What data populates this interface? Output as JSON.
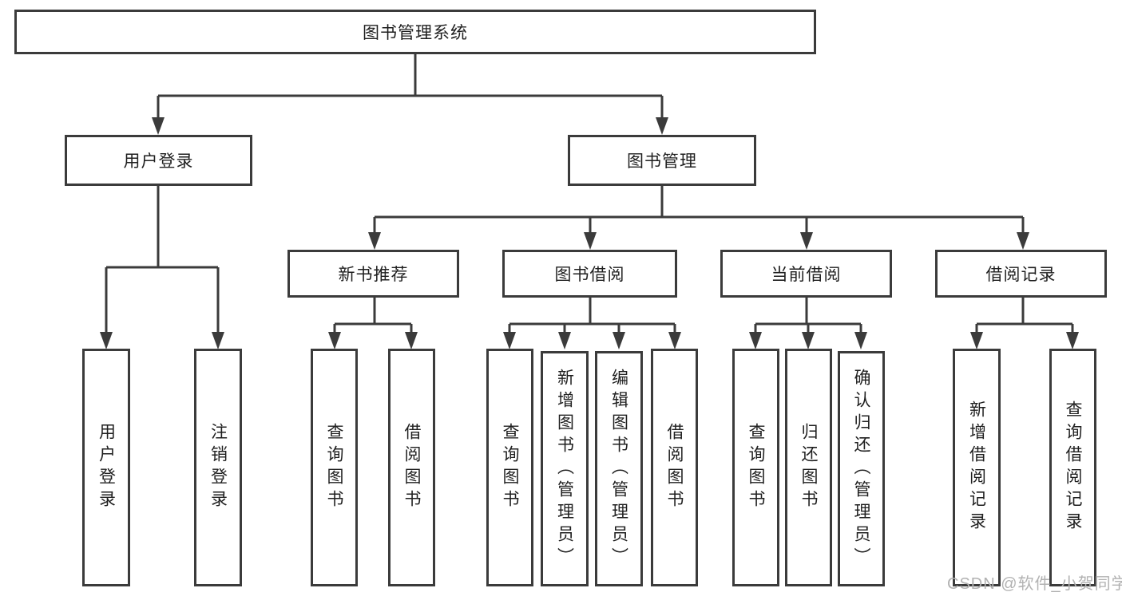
{
  "diagram": {
    "kind": "hierarchy-tree",
    "line_color": "#3b3b3b",
    "box_border_color": "#3b3b3b",
    "box_fill_color": "#ffffff",
    "text_color": "#1f1f1f"
  },
  "tree": {
    "label": "图书管理系统",
    "children": [
      {
        "label": "用户登录",
        "children": [
          {
            "label": "用户登录"
          },
          {
            "label": "注销登录"
          }
        ]
      },
      {
        "label": "图书管理",
        "children": [
          {
            "label": "新书推荐",
            "children": [
              {
                "label": "查询图书"
              },
              {
                "label": "借阅图书"
              }
            ]
          },
          {
            "label": "图书借阅",
            "children": [
              {
                "label": "查询图书"
              },
              {
                "label": "新增图书（管理员）"
              },
              {
                "label": "编辑图书（管理员）"
              },
              {
                "label": "借阅图书"
              }
            ]
          },
          {
            "label": "当前借阅",
            "children": [
              {
                "label": "查询图书"
              },
              {
                "label": "归还图书"
              },
              {
                "label": "确认归还（管理员）"
              }
            ]
          },
          {
            "label": "借阅记录",
            "children": [
              {
                "label": "新增借阅记录"
              },
              {
                "label": "查询借阅记录"
              }
            ]
          }
        ]
      }
    ]
  },
  "watermark": {
    "text": "CSDN @软件_小贺同学",
    "color": "#b2b2b2"
  }
}
